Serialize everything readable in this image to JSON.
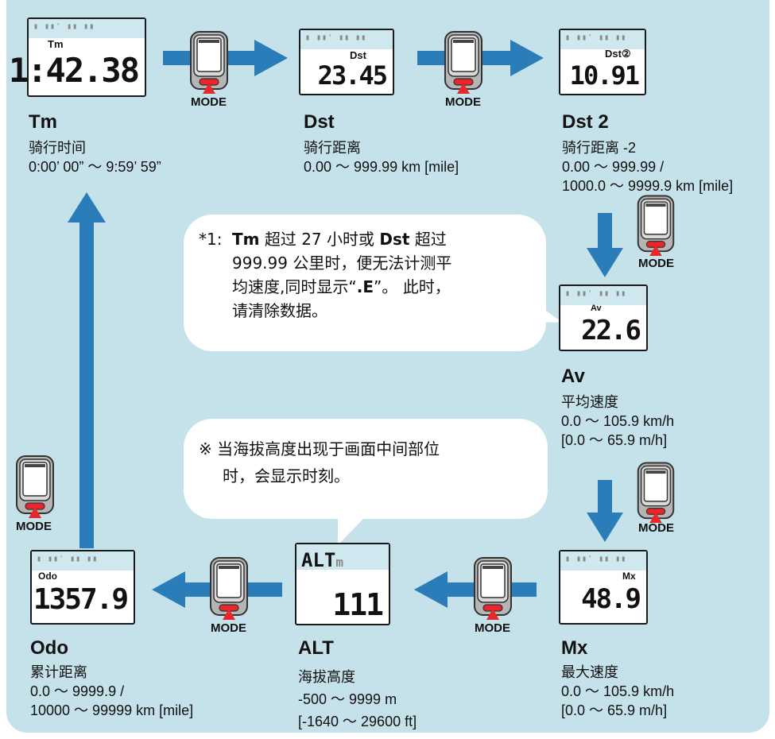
{
  "nodes": {
    "tm": {
      "screen_tag": "Tm",
      "screen_value": "1:42.38",
      "title": "Tm",
      "lines": [
        "骑行时间",
        "0:00’ 00” ～ 9:59’ 59”"
      ]
    },
    "dst": {
      "screen_tag": "Dst",
      "screen_value": "23.45",
      "title": "Dst",
      "lines": [
        "骑行距离",
        "0.00 ～ 999.99 km [mile]"
      ]
    },
    "dst2": {
      "screen_tag": "Dst②",
      "screen_value": "10.91",
      "title": "Dst 2",
      "lines": [
        "骑行距离 -2",
        "0.00 ～ 999.99 /",
        "1000.0 ～ 9999.9 km [mile]"
      ]
    },
    "av": {
      "screen_tag": "Av",
      "screen_value": "22.6",
      "title": "Av",
      "lines": [
        "平均速度",
        "0.0 ～ 105.9 km/h",
        "[0.0 ～ 65.9 m/h]"
      ]
    },
    "mx": {
      "screen_tag": "Mx",
      "screen_value": "48.9",
      "title": "Mx",
      "lines": [
        "最大速度",
        "0.0 ～ 105.9 km/h",
        "[0.0 ～ 65.9 m/h]"
      ]
    },
    "alt": {
      "screen_tag": "ALT",
      "screen_unit": "m",
      "screen_value": "111",
      "title": "ALT",
      "lines": [
        "海拔高度",
        "-500 ～ 9999 m",
        "[-1640 ～ 29600 ft]"
      ]
    },
    "odo": {
      "screen_tag": "Odo",
      "screen_value": "1357.9",
      "title": "Odo",
      "lines": [
        "累计距离",
        "0.0 ～ 9999.9 /",
        "10000 ～ 99999 km [mile]"
      ]
    }
  },
  "mode_label": "MODE",
  "bubble1": {
    "lines": [
      {
        "star": "*1:",
        "parts": [
          {
            "b": "Tm"
          },
          {
            "t": " 超过 27 小时或 "
          },
          {
            "b": "Dst"
          },
          {
            "t": " 超过"
          }
        ]
      },
      {
        "parts": [
          {
            "t": "999.99 公里时，便无法计测平"
          }
        ]
      },
      {
        "parts": [
          {
            "t": "均速度,同时显示“"
          },
          {
            "b": ".E"
          },
          {
            "t": "”。 此时，"
          }
        ]
      },
      {
        "parts": [
          {
            "t": "请清除数据。"
          }
        ]
      }
    ]
  },
  "bubble2": {
    "lines": [
      "※ 当海拔高度出现于画面中间部位",
      "时，会显示时刻。"
    ]
  },
  "colors": {
    "panel": "#c5e1e9",
    "arrow": "#2a7db9",
    "device_body": "#b3b3b3",
    "device_button": "#e8272b",
    "triangle": "#e8272b"
  }
}
